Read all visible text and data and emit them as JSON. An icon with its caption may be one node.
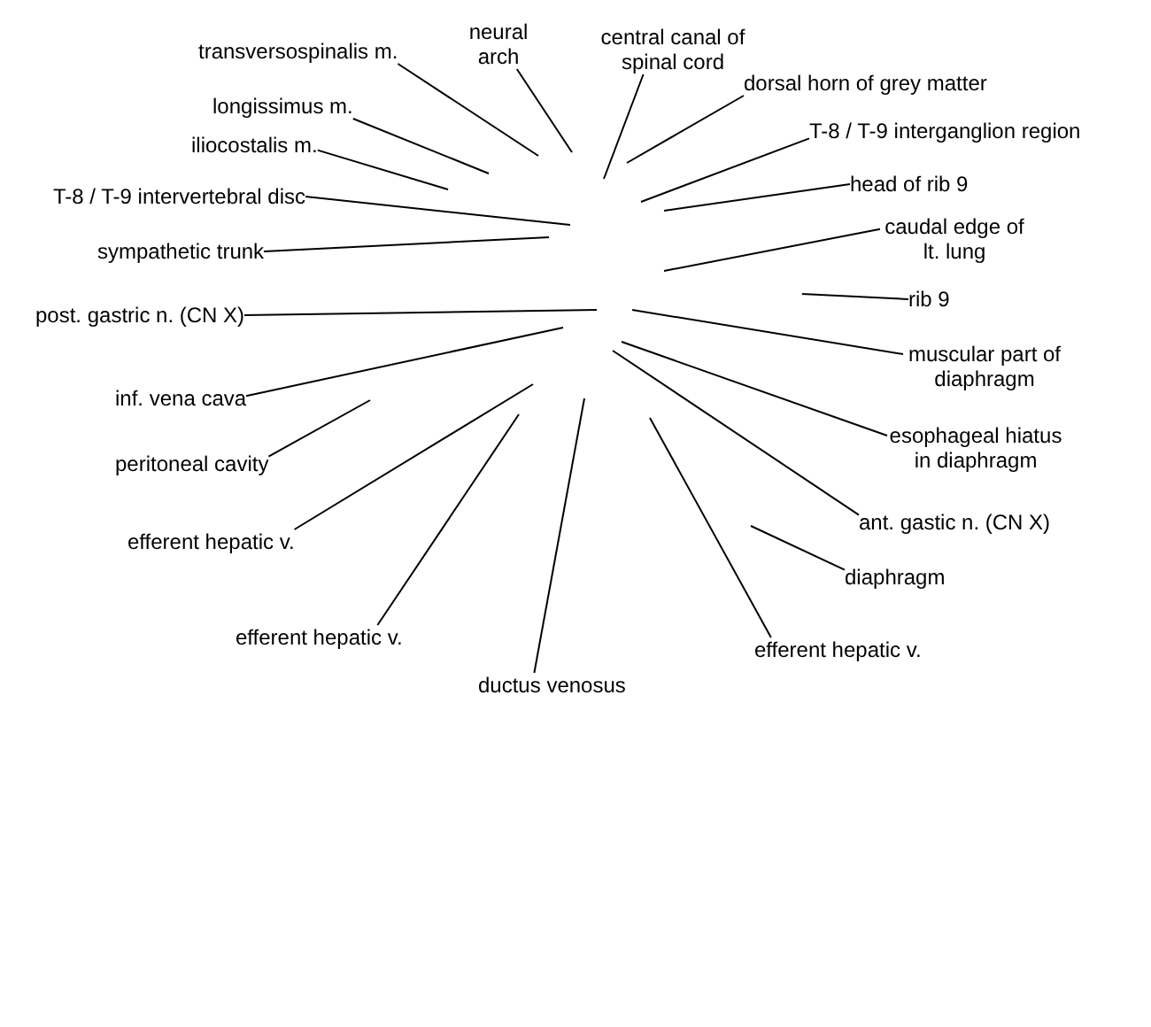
{
  "diagram": {
    "nodes": [
      {
        "text": [
          "neural arch"
        ]
      },
      {
        "text": [
          "central canal of spinal cord"
        ]
      },
      {
        "text": [
          "transversospinalis m."
        ]
      },
      {
        "text": [
          "dorsal horn of grey matter"
        ]
      },
      {
        "text": [
          "longissimus m."
        ]
      },
      {
        "text": [
          "T-8 / T-9 interganglion region"
        ]
      },
      {
        "text": [
          "iliocostalis m."
        ]
      },
      {
        "text": [
          "head of rib 9"
        ]
      },
      {
        "text": [
          "T-8 / T-9 intervertebral disc"
        ]
      },
      {
        "text": [
          "caudal edge of lt. lung"
        ]
      },
      {
        "text": [
          "sympathetic trunk"
        ]
      },
      {
        "text": [
          "rib 9"
        ]
      },
      {
        "text": [
          "post. gastric n. (CN X)"
        ]
      },
      {
        "text": [
          "muscular part of diaphragm"
        ]
      },
      {
        "text": [
          "inf. vena cava"
        ]
      },
      {
        "text": [
          "esophageal hiatus in diaphragm"
        ]
      },
      {
        "text": [
          "peritoneal cavity"
        ]
      },
      {
        "text": [
          "ant. gastic n. (CN X)"
        ]
      },
      {
        "text": [
          "efferent hepatic v."
        ]
      },
      {
        "text": [
          "diaphragm"
        ]
      },
      {
        "text": [
          "efferent hepatic v."
        ]
      },
      {
        "text": [
          "efferent hepatic v."
        ]
      },
      {
        "text": [
          "ductus venosus"
        ]
      }
    ],
    "edges": [
      {
        "from": 0,
        "to": null,
        "arrow": "none"
      },
      {
        "from": 1,
        "to": null,
        "arrow": "none"
      },
      {
        "from": 2,
        "to": null,
        "arrow": "none"
      },
      {
        "from": 3,
        "to": null,
        "arrow": "none"
      },
      {
        "from": 4,
        "to": null,
        "arrow": "none"
      },
      {
        "from": 5,
        "to": null,
        "arrow": "none"
      },
      {
        "from": 6,
        "to": null,
        "arrow": "none"
      },
      {
        "from": 7,
        "to": null,
        "arrow": "none"
      },
      {
        "from": 8,
        "to": null,
        "arrow": "none"
      },
      {
        "from": 9,
        "to": null,
        "arrow": "none"
      },
      {
        "from": 10,
        "to": null,
        "arrow": "none"
      },
      {
        "from": 11,
        "to": null,
        "arrow": "none"
      },
      {
        "from": 12,
        "to": null,
        "arrow": "none"
      },
      {
        "from": 13,
        "to": null,
        "arrow": "none"
      },
      {
        "from": 14,
        "to": null,
        "arrow": "none"
      },
      {
        "from": 15,
        "to": null,
        "arrow": "none"
      },
      {
        "from": 16,
        "to": null,
        "arrow": "none"
      },
      {
        "from": 17,
        "to": null,
        "arrow": "none"
      },
      {
        "from": 18,
        "to": null,
        "arrow": "none"
      },
      {
        "from": 19,
        "to": null,
        "arrow": "none"
      },
      {
        "from": 20,
        "to": null,
        "arrow": "none"
      },
      {
        "from": 21,
        "to": null,
        "arrow": "none"
      },
      {
        "from": 22,
        "to": null,
        "arrow": "none"
      }
    ]
  }
}
